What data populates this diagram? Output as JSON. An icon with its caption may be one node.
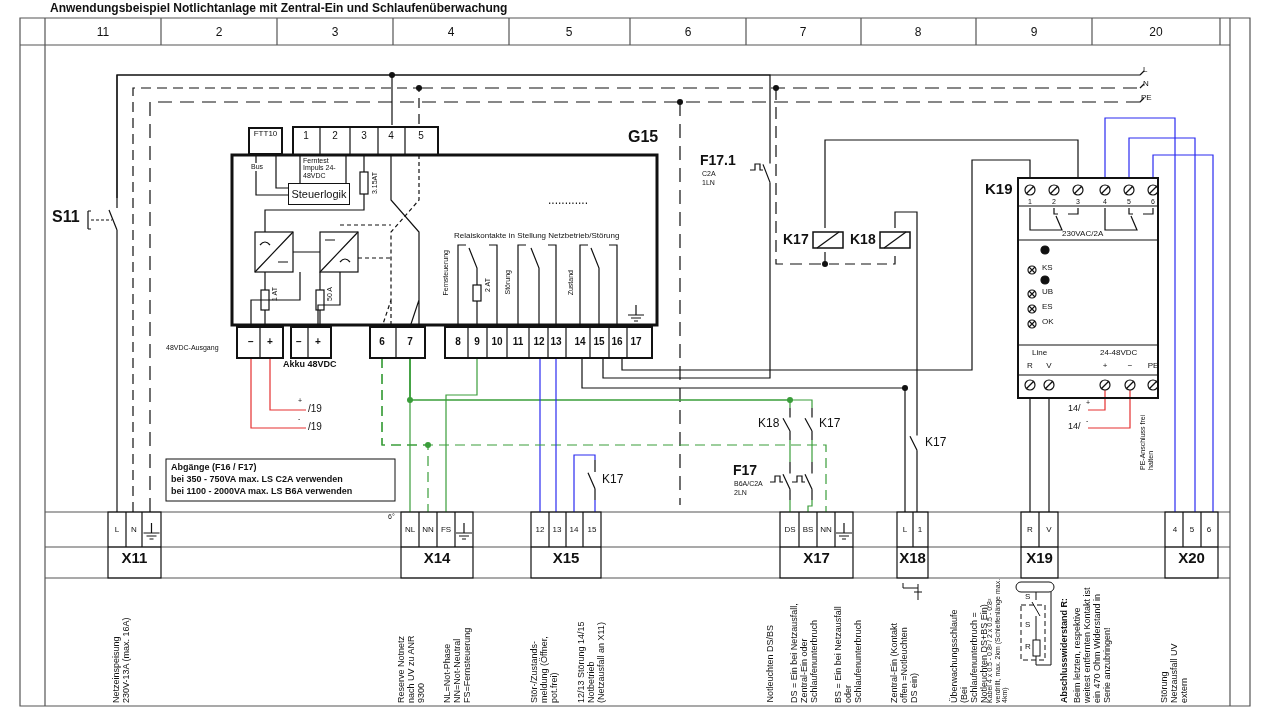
{
  "diagram": {
    "title": "Anwendungsbeispiel Notlichtanlage mit Zentral-Ein und Schlaufenüberwachung",
    "nodes": [
      {
        "text": [
          "S11"
        ]
      },
      {
        "text": [
          "G15"
        ]
      },
      {
        "text": [
          "Steuerlogik"
        ],
        "in": 1
      },
      {
        "text": [
          "F17.1",
          "C2A",
          "1LN"
        ]
      },
      {
        "text": [
          "K17"
        ]
      },
      {
        "text": [
          "K18"
        ]
      },
      {
        "text": [
          "K19"
        ]
      },
      {
        "text": [
          "K18"
        ]
      },
      {
        "text": [
          "K17"
        ]
      },
      {
        "text": [
          "F17",
          "B6A/C2A",
          "2LN"
        ]
      },
      {
        "text": [
          "K17"
        ]
      },
      {
        "text": [
          "K17"
        ]
      },
      {
        "text": [
          "X11"
        ]
      },
      {
        "text": [
          "X14"
        ]
      },
      {
        "text": [
          "X15"
        ]
      },
      {
        "text": [
          "X17"
        ]
      },
      {
        "text": [
          "X18"
        ]
      },
      {
        "text": [
          "X19"
        ]
      },
      {
        "text": [
          "X20"
        ]
      },
      {
        "text": [
          "FTT10"
        ]
      }
    ],
    "edges": [
      {
        "from": 12,
        "to": 0,
        "arrow": "none"
      },
      {
        "from": 0,
        "to": 1,
        "arrow": "none"
      },
      {
        "from": 0,
        "to": 3,
        "arrow": "none"
      },
      {
        "from": 3,
        "to": 1,
        "arrow": "none"
      },
      {
        "from": 1,
        "to": 16,
        "arrow": "none"
      },
      {
        "from": 4,
        "to": 6,
        "arrow": "none"
      },
      {
        "from": 5,
        "to": 10,
        "arrow": "none"
      },
      {
        "from": 10,
        "to": 16,
        "arrow": "none"
      },
      {
        "from": 6,
        "to": 1,
        "arrow": "none"
      },
      {
        "from": 6,
        "to": 17,
        "arrow": "none"
      },
      {
        "from": 6,
        "to": 18,
        "arrow": "none",
        "color": "#2b2bf0"
      },
      {
        "from": 1,
        "to": 13,
        "arrow": "none",
        "color": "#3a9d3a"
      },
      {
        "from": 1,
        "to": 7,
        "arrow": "none",
        "color": "#3a9d3a"
      },
      {
        "from": 1,
        "to": 8,
        "arrow": "none",
        "color": "#3a9d3a"
      },
      {
        "from": 7,
        "to": 9,
        "arrow": "none",
        "color": "#3a9d3a"
      },
      {
        "from": 8,
        "to": 9,
        "arrow": "none",
        "color": "#3a9d3a"
      },
      {
        "from": 9,
        "to": 15,
        "arrow": "none",
        "color": "#3a9d3a"
      },
      {
        "from": 1,
        "to": 14,
        "arrow": "none",
        "color": "#2b2bf0"
      },
      {
        "from": 11,
        "to": 14,
        "arrow": "none",
        "color": "#2b2bf0"
      },
      {
        "from": 12,
        "to": 1,
        "arrow": "none",
        "style": "dashed"
      },
      {
        "from": 1,
        "to": 15,
        "arrow": "none",
        "style": "dashed",
        "color": "#3a9d3a"
      },
      {
        "from": 1,
        "to": 13,
        "arrow": "none",
        "style": "dashed",
        "color": "#3a9d3a"
      },
      {
        "from": 1,
        "to": 13,
        "arrow": "none",
        "color": "#3a9d3a"
      },
      {
        "from": 1,
        "to": 14,
        "arrow": "none",
        "color": "#2b2bf0"
      },
      {
        "from": 6,
        "to": 18,
        "arrow": "none",
        "color": "#2b2bf0"
      },
      {
        "from": 6,
        "to": 18,
        "arrow": "none",
        "color": "#2b2bf0"
      },
      {
        "from": 6,
        "to": 17,
        "arrow": "none"
      },
      {
        "from": 14,
        "to": 11,
        "arrow": "none",
        "color": "#2b2bf0"
      },
      {
        "from": 9,
        "to": 15,
        "arrow": "none",
        "color": "#3a9d3a"
      },
      {
        "from": 19,
        "to": 2,
        "arrow": "none",
        "label": "Bus"
      },
      {
        "from": 19,
        "to": 2,
        "arrow": "none"
      },
      {
        "from": 4,
        "to": 5,
        "arrow": "none",
        "style": "dashed"
      }
    ],
    "labels": [
      "11",
      "2",
      "3",
      "4",
      "5",
      "6",
      "7",
      "8",
      "9",
      "20",
      "L",
      "N",
      "PE",
      "1",
      "2",
      "3",
      "4",
      "5",
      "Ferntest Impuls 24-48VDC",
      "3.15AT",
      "............",
      "Relaiskontakte in Stellung Netzbetrieb/Störung",
      "Fernsteuerung",
      "2 AT",
      "Störung",
      "Zustand",
      "1 AT",
      "50 A",
      "−",
      "+",
      "−",
      "+",
      "6",
      "7",
      "8",
      "9",
      "10",
      "11",
      "12",
      "13",
      "14",
      "15",
      "16",
      "17",
      "48VDC-Ausgang",
      "Akku 48VDC",
      "+",
      "/19",
      "-",
      "/19",
      "Abgänge (F16 / F17)",
      "bei 350 -   750VA max. LS C2A verwenden",
      "bei 1100 - 2000VA max. LS B6A verwenden",
      "1",
      "2",
      "3",
      "4",
      "5",
      "6",
      "230VAC/2A",
      "KS",
      "UB",
      "ES",
      "OK",
      "Line",
      "24-48VDC",
      "R",
      "V",
      "+",
      "−",
      "PE",
      "14/",
      "+",
      "14/",
      "-",
      "PE-Anschluss frei halten",
      "6°",
      "L",
      "N",
      "NL",
      "NN",
      "FS",
      "12",
      "13",
      "14",
      "15",
      "DS",
      "BS",
      "NN",
      "L",
      "1",
      "R",
      "V",
      "4",
      "5",
      "6",
      "Netzeinspeisung 230V-13A (max. 16A)",
      "Reserve Notnetz nach UV zu ANR 9300",
      "NL=Not-Phase NN=Not-Neutral FS=Fernsteuerung",
      "Stör-/Zustands-meldung (Öffner, pot.frei)",
      "12/13 Störung 14/15 Notbetrieb (Netzausfall an X11)",
      "Notleuchten DS/BS",
      "DS = Ein bei Netzausfall, Zentral-Ein oder Schlaufenunterbruch",
      "BS = Ein bei Netzausfall oder Schlaufenunterbruch",
      "Zentral-Ein (Kontakt offen =Notleuchten DS ein)",
      "Überwachungsschlaufe (Bei Schlaufenunterbruch = Notleuchten DS+BS Ein)",
      "Kabel 4 x 0.5 - 0.8² / 2 x 0.5 - 0.8² verdrillt, max. 2km (Schleifenlänge max. 4km)",
      "S",
      "S",
      "R",
      "Abschlusswiderstand R:",
      "Beim letzten, respektive weitest entfernten Kontakt ist ein 470 Ohm Widerstand in Serie anzubringen!",
      "Störung Netzausfall UV extern"
    ]
  }
}
